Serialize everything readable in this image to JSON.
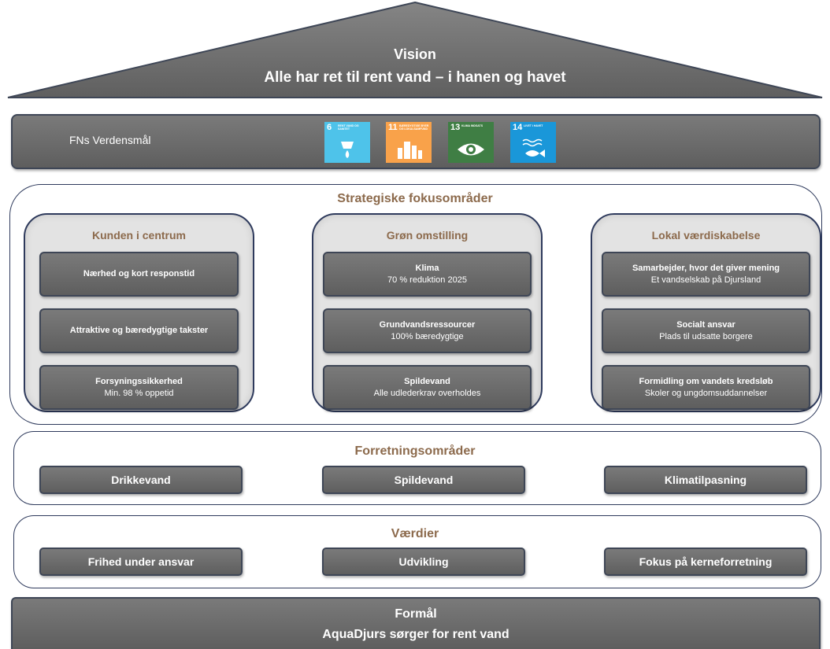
{
  "vision": {
    "title": "Vision",
    "text": "Alle har ret til rent vand – i hanen og havet"
  },
  "sdg_bar": {
    "label": "FNs Verdensmål",
    "goals": [
      {
        "number": "6",
        "text": "RENT VAND OG SANITET",
        "color": "#4ec3ea",
        "icon": "water-drop-icon"
      },
      {
        "number": "11",
        "text": "BÆREDYGTIGE BYER OG LOKALSAMFUND",
        "color": "#f9a24a",
        "icon": "city-buildings-icon"
      },
      {
        "number": "13",
        "text": "KLIMA INDSATS",
        "color": "#3f7e44",
        "icon": "eye-globe-icon"
      },
      {
        "number": "14",
        "text": "LIVET I HAVET",
        "color": "#1a97d9",
        "icon": "fish-waves-icon"
      }
    ]
  },
  "strategy": {
    "heading": "Strategiske fokusområder",
    "columns": [
      {
        "title": "Kunden i centrum",
        "items": [
          {
            "title": "Nærhed og kort responstid",
            "subtitle": ""
          },
          {
            "title": "Attraktive og bæredygtige takster",
            "subtitle": ""
          },
          {
            "title": "Forsyningssikkerhed",
            "subtitle": "Min. 98 % oppetid"
          }
        ]
      },
      {
        "title": "Grøn omstilling",
        "items": [
          {
            "title": "Klima",
            "subtitle": "70 % reduktion 2025"
          },
          {
            "title": "Grundvandsressourcer",
            "subtitle": "100% bæredygtige"
          },
          {
            "title": "Spildevand",
            "subtitle": "Alle udlederkrav overholdes"
          }
        ]
      },
      {
        "title": "Lokal værdiskabelse",
        "items": [
          {
            "title": "Samarbejder, hvor det giver mening",
            "subtitle": "Et vandselskab på Djursland"
          },
          {
            "title": "Socialt ansvar",
            "subtitle": "Plads til udsatte borgere"
          },
          {
            "title": "Formidling om vandets kredsløb",
            "subtitle": "Skoler og ungdomsuddannelser"
          }
        ]
      }
    ]
  },
  "business": {
    "heading": "Forretningsområder",
    "items": [
      "Drikkevand",
      "Spildevand",
      "Klimatilpasning"
    ]
  },
  "values": {
    "heading": "Værdier",
    "items": [
      "Frihed under ansvar",
      "Udvikling",
      "Fokus på kerneforretning"
    ]
  },
  "purpose": {
    "title": "Formål",
    "text": "AquaDjurs sørger for rent vand"
  }
}
